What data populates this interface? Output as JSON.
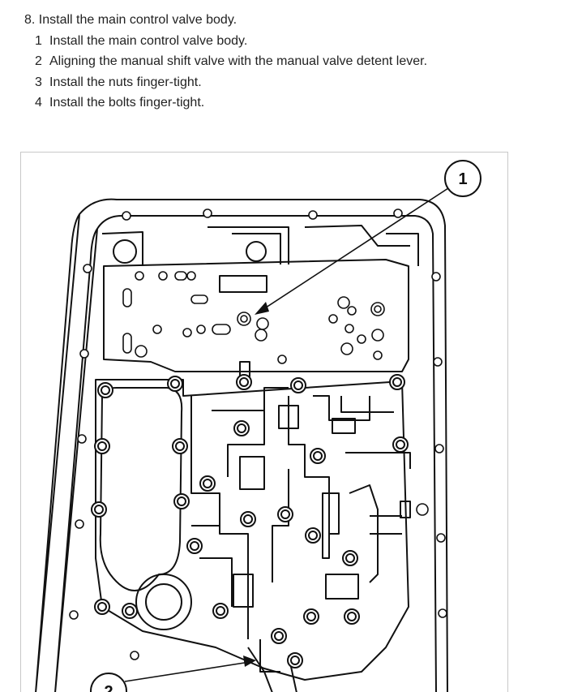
{
  "procedure": {
    "step_number": "8.",
    "step_text": "Install the main control valve body.",
    "substeps": [
      {
        "num": "1",
        "text": "Install the main control valve body."
      },
      {
        "num": "2",
        "text": "Aligning the manual shift valve with the manual valve detent lever."
      },
      {
        "num": "3",
        "text": "Install the nuts finger-tight."
      },
      {
        "num": "4",
        "text": "Install the bolts finger-tight."
      }
    ]
  },
  "figure": {
    "callouts": [
      {
        "label": "1"
      },
      {
        "label": "2"
      }
    ]
  }
}
